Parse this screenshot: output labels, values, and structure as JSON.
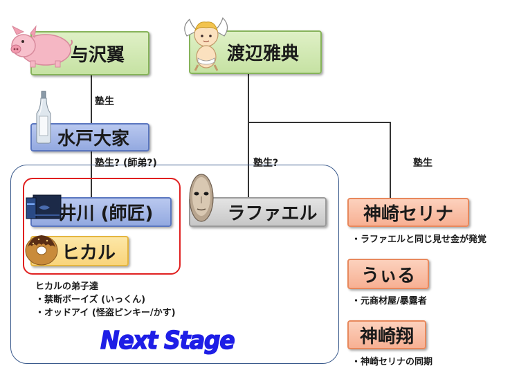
{
  "nodes": {
    "yozawa": "与沢翼",
    "watanabe": "渡辺雅典",
    "mito": "水戸大家",
    "ikawa": "井川 (師匠)",
    "hikaru": "ヒカル",
    "raphael": "ラファエル",
    "serina": "神崎セリナ",
    "uiru": "うぃる",
    "sho": "神崎翔"
  },
  "edges": {
    "yozawa_mito": "塾生",
    "mito_ikawa": "塾生? (師弟?)",
    "watanabe_raphael": "塾生?",
    "watanabe_serina": "塾生"
  },
  "notes": {
    "serina": "・ラファエルと同じ見せ金が発覚",
    "uiru": "・元商材屋/暴露者",
    "sho": "・神崎セリナの同期",
    "disciples_title": "ヒカルの弟子達",
    "disciples_1": "・禁断ボーイズ (いっくん)",
    "disciples_2": "・オッドアイ (怪盗ピンキー/かす)"
  },
  "group_label": "Next Stage",
  "icons": [
    "pig-icon",
    "cupid-icon",
    "sake-bottle-icon",
    "game-console-icon",
    "donut-icon",
    "mask-icon"
  ],
  "colors": {
    "green": "#c6e2a3",
    "blue": "#93a9e0",
    "gray": "#c7c7c7",
    "orange": "#f7b093",
    "yellow": "#f9d47b",
    "group_border": "#3a5a8c",
    "highlight_border": "#e02020",
    "next_stage_text": "#1e1ee6"
  }
}
